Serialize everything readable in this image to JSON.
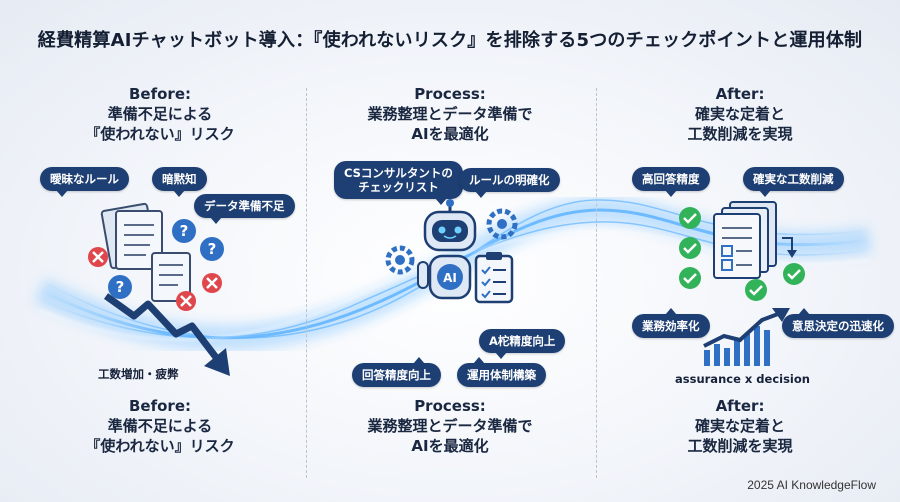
{
  "title": "経費精算AIチャットボット導入：『使われないリスク』を排除する5つのチェックポイントと運用体制",
  "before": {
    "top": {
      "l1": "Before:",
      "l2": "準備不足による",
      "l3": "『使われない』リスク"
    },
    "bubbles": [
      "曖昧なルール",
      "暗黙知",
      "データ準備不足"
    ],
    "trend_label": "工数増加・疲弊",
    "bottom": {
      "l1": "Before:",
      "l2": "準備不足による",
      "l3": "『使われない』リスク"
    }
  },
  "process": {
    "top": {
      "l1": "Process:",
      "l2": "業務整理とデータ準備で",
      "l3": "AIを最適化"
    },
    "bubbles": [
      "CSコンサルタントの\nチェックリスト",
      "ルールの明確化",
      "A柁精度向上",
      "回答精度向上",
      "運用体制構築"
    ],
    "robot_badge": "AI",
    "bottom": {
      "l1": "Process:",
      "l2": "業務整理とデータ準備で",
      "l3": "AIを最適化"
    }
  },
  "after": {
    "top": {
      "l1": "After:",
      "l2": "確実な定着と",
      "l3": "工数削減を実現"
    },
    "bubbles": [
      "高回答精度",
      "確実な工数削減",
      "業務効率化",
      "意思決定の迅速化"
    ],
    "trend_label": "assurance x decision",
    "bottom": {
      "l1": "After:",
      "l2": "確実な定着と",
      "l3": "工数削減を実現"
    }
  },
  "footer": "2025 AI KnowledgeFlow",
  "colors": {
    "navy": "#1e3f73",
    "red": "#e0474c",
    "green": "#32b35a",
    "blue": "#2f6fc4",
    "glow": "#4aa8ff"
  }
}
